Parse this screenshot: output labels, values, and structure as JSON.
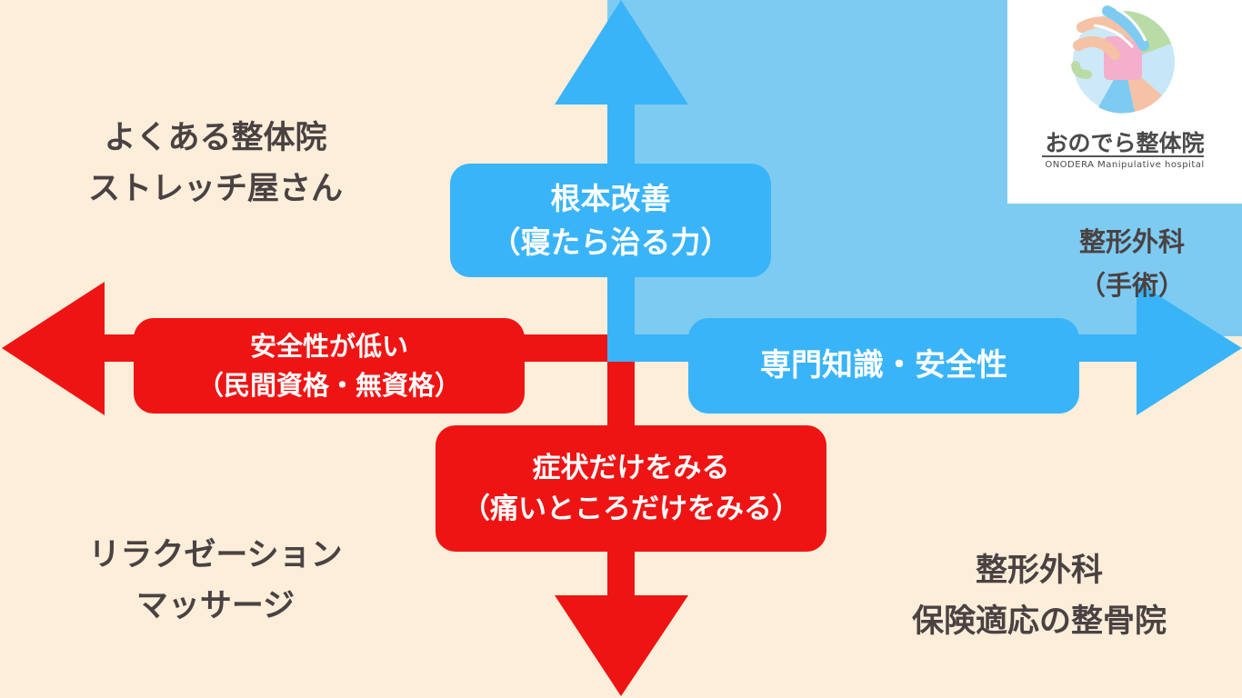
{
  "colors": {
    "background": "#FDEEDA",
    "blue_region": "#7ECBF2",
    "blue": "#3AB4F8",
    "red": "#EF1414",
    "text": "#4A4242"
  },
  "quadrants": {
    "top_left": [
      "よくある整体院",
      "ストレッチ屋さん"
    ],
    "bottom_left": [
      "リラクゼーション",
      "マッサージ"
    ],
    "bottom_right": [
      "整形外科",
      "保険適応の整骨院"
    ],
    "top_right": [
      "整形外科",
      "（手術）"
    ]
  },
  "axes": {
    "up": [
      "根本改善",
      "（寝たら治る力）"
    ],
    "left": [
      "安全性が低い",
      "（民間資格・無資格）"
    ],
    "right": [
      "専門知識・安全性"
    ],
    "down": [
      "症状だけをみる",
      "（痛いところだけをみる）"
    ]
  },
  "logo": {
    "name": "おのでら整体院",
    "subtitle": "ONODERA Manipulative hospital"
  }
}
